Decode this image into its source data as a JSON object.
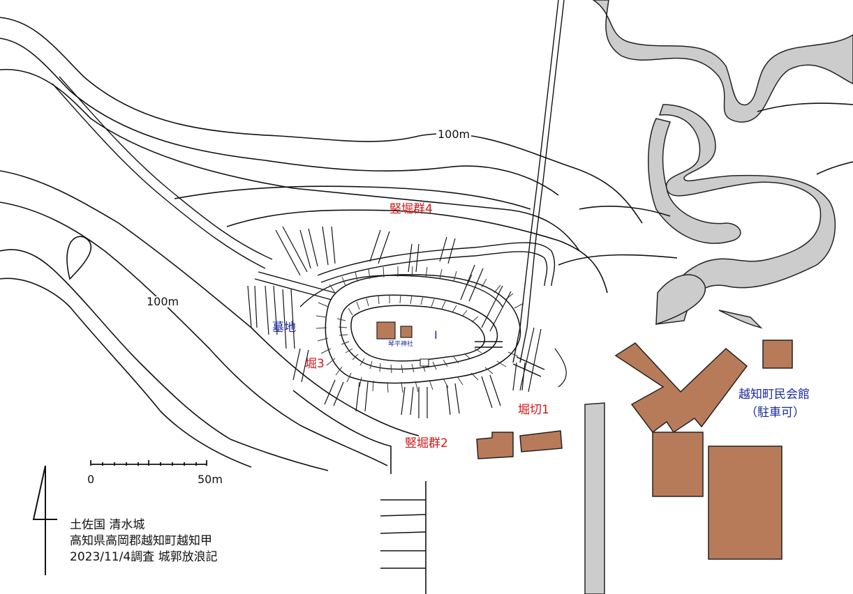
{
  "map": {
    "info": {
      "title": "土佐国 清水城",
      "location": "高知県高岡郡越知町越知甲",
      "survey": "2023/11/4調査 城郭放浪記"
    },
    "scale": {
      "zero": "0",
      "end": "50m"
    },
    "contour_labels": {
      "north": "100m",
      "west": "100m"
    },
    "features": {
      "tatebori_4": "竪堀群4",
      "tatebori_2": "竪堀群2",
      "horikiri_1": "堀切1",
      "hori_3": "堀3",
      "cemetery": "墓地",
      "enclosure_1": "I",
      "shrine": "琴平神社",
      "hall_name": "越知町民会館",
      "hall_note": "（駐車可）"
    },
    "colors": {
      "building": "#b87b5a",
      "road": "#cccccc",
      "feature_red": "#d01818",
      "label_blue": "#1a2aa0"
    }
  }
}
